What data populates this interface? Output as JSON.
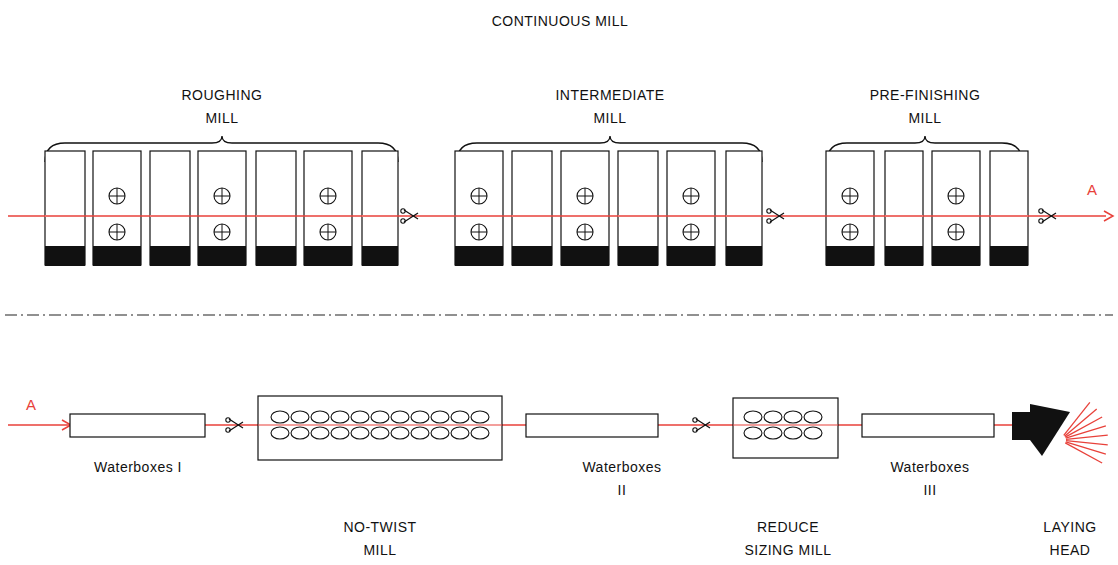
{
  "diagram": {
    "title": "CONTINUOUS MILL",
    "labels": [
      "ROUGHING MILL",
      "INTERMEDIATE MILL",
      "PRE-FINISHING MILL",
      "A",
      "A",
      "Waterboxes I",
      "NO-TWIST MILL",
      "Waterboxes II",
      "REDUCE SIZING MILL",
      "Waterboxes III",
      "LAYING HEAD"
    ]
  }
}
